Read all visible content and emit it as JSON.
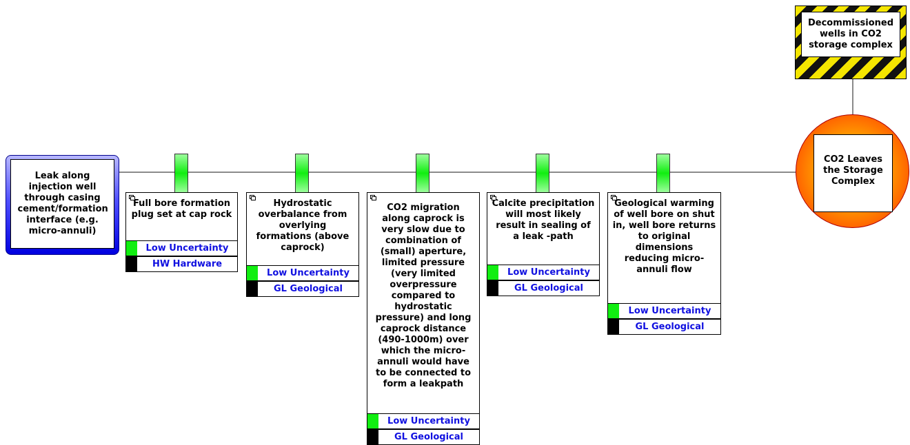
{
  "threat": {
    "label": "Leak along injection well through casing cement/formation interface (e.g. micro-annuli)"
  },
  "hazard": {
    "label": "Decommissioned wells in CO2 storage complex"
  },
  "top_event": {
    "label": "CO2 Leaves the Storage Complex"
  },
  "colors": {
    "line": "#8a8a8a",
    "effectiveness_green": "#11ee11",
    "category_black": "#000000",
    "row_text": "#1010e0"
  },
  "barriers": [
    {
      "text": "Full bore formation plug set at cap rock",
      "effectiveness": "Low Uncertainty",
      "category": "HW Hardware"
    },
    {
      "text": "Hydrostatic overbalance from overlying formations (above caprock)",
      "effectiveness": "Low Uncertainty",
      "category": "GL Geological"
    },
    {
      "text": "CO2 migration along caprock is very slow due to combination of (small) aperture, limited pressure (very limited overpressure compared to hydrostatic pressure) and long caprock distance (490-1000m) over which the micro-annuli would have to be connected to form a leakpath",
      "effectiveness": "Low Uncertainty",
      "category": "GL Geological"
    },
    {
      "text": "Calcite precipitation will most likely result in sealing of a leak -path",
      "effectiveness": "Low Uncertainty",
      "category": "GL Geological"
    },
    {
      "text": "Geological warming of well bore on shut in, well bore returns to original dimensions reducing micro-annuli flow",
      "effectiveness": "Low Uncertainty",
      "category": "GL Geological"
    }
  ]
}
